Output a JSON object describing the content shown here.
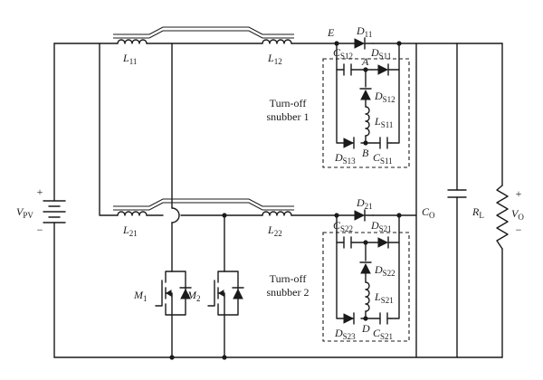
{
  "components": {
    "source": {
      "letter": "V",
      "sub": "PV",
      "plus": "+",
      "minus": "−"
    },
    "L11": {
      "letter": "L",
      "sub": "11"
    },
    "L12": {
      "letter": "L",
      "sub": "12"
    },
    "L21": {
      "letter": "L",
      "sub": "21"
    },
    "L22": {
      "letter": "L",
      "sub": "22"
    },
    "D11": {
      "letter": "D",
      "sub": "11"
    },
    "D21": {
      "letter": "D",
      "sub": "21"
    },
    "CS12": {
      "letter": "C",
      "sub": "S12"
    },
    "DS11": {
      "letter": "D",
      "sub": "S11"
    },
    "DS12": {
      "letter": "D",
      "sub": "S12"
    },
    "LS11": {
      "letter": "L",
      "sub": "S11"
    },
    "DS13": {
      "letter": "D",
      "sub": "S13"
    },
    "CS11": {
      "letter": "C",
      "sub": "S11"
    },
    "CS22": {
      "letter": "C",
      "sub": "S22"
    },
    "DS21": {
      "letter": "D",
      "sub": "S21"
    },
    "DS22": {
      "letter": "D",
      "sub": "S22"
    },
    "LS21": {
      "letter": "L",
      "sub": "S21"
    },
    "DS23": {
      "letter": "D",
      "sub": "S23"
    },
    "CS21": {
      "letter": "C",
      "sub": "S21"
    },
    "M1": {
      "letter": "M",
      "sub": "1"
    },
    "M2": {
      "letter": "M",
      "sub": "2"
    },
    "CO": {
      "letter": "C",
      "sub": "O"
    },
    "RL": {
      "letter": "R",
      "sub": "L"
    },
    "VO": {
      "letter": "V",
      "sub": "O",
      "plus": "+",
      "minus": "−"
    }
  },
  "nodes": {
    "E": "E",
    "A": "A",
    "B": "B",
    "D": "D"
  },
  "snubbers": {
    "s1": {
      "line1": "Turn-off",
      "line2": "snubber 1"
    },
    "s2": {
      "line1": "Turn-off",
      "line2": "snubber 2"
    }
  }
}
